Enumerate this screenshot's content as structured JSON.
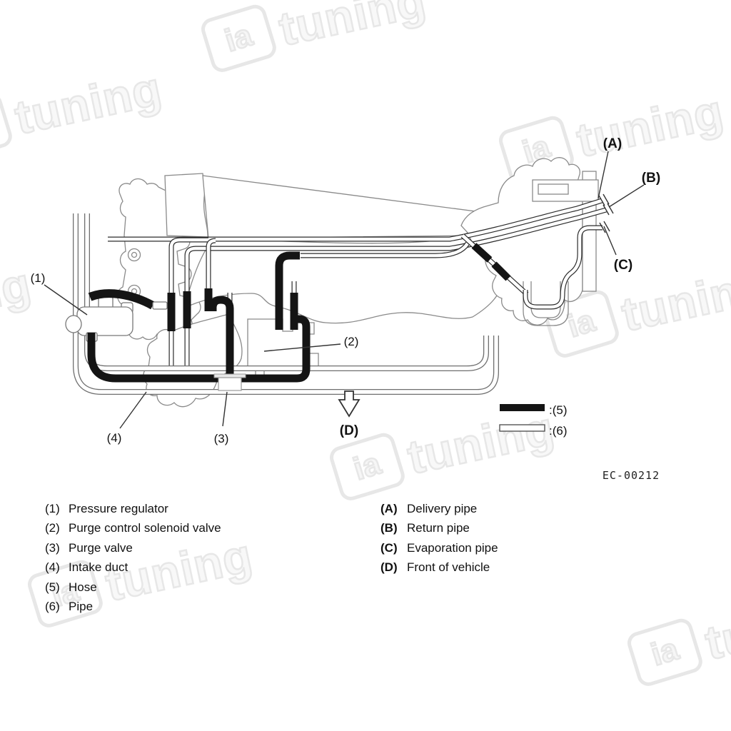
{
  "watermark": {
    "ia": "ia",
    "tuning": "tuning"
  },
  "diagram": {
    "code": "EC-00212",
    "callouts": {
      "c1": "(1)",
      "c2": "(2)",
      "c3": "(3)",
      "c4": "(4)",
      "cA": "(A)",
      "cB": "(B)",
      "cC": "(C)",
      "cD": "(D)"
    },
    "legend_swatches": {
      "hose_label": ":(5)",
      "pipe_label": ":(6)"
    }
  },
  "legend": {
    "numbered": [
      {
        "key": "(1)",
        "label": "Pressure regulator"
      },
      {
        "key": "(2)",
        "label": "Purge control solenoid valve"
      },
      {
        "key": "(3)",
        "label": "Purge valve"
      },
      {
        "key": "(4)",
        "label": "Intake duct"
      },
      {
        "key": "(5)",
        "label": "Hose"
      },
      {
        "key": "(6)",
        "label": "Pipe"
      }
    ],
    "lettered": [
      {
        "key": "(A)",
        "label": "Delivery pipe"
      },
      {
        "key": "(B)",
        "label": "Return pipe"
      },
      {
        "key": "(C)",
        "label": "Evaporation pipe"
      },
      {
        "key": "(D)",
        "label": "Front of vehicle"
      }
    ]
  },
  "colors": {
    "hose_black": "#141414",
    "pipe_dark": "#2b2b2b",
    "outline_gray": "#8a8a8a",
    "watermark_gray": "#e7e7e7"
  }
}
